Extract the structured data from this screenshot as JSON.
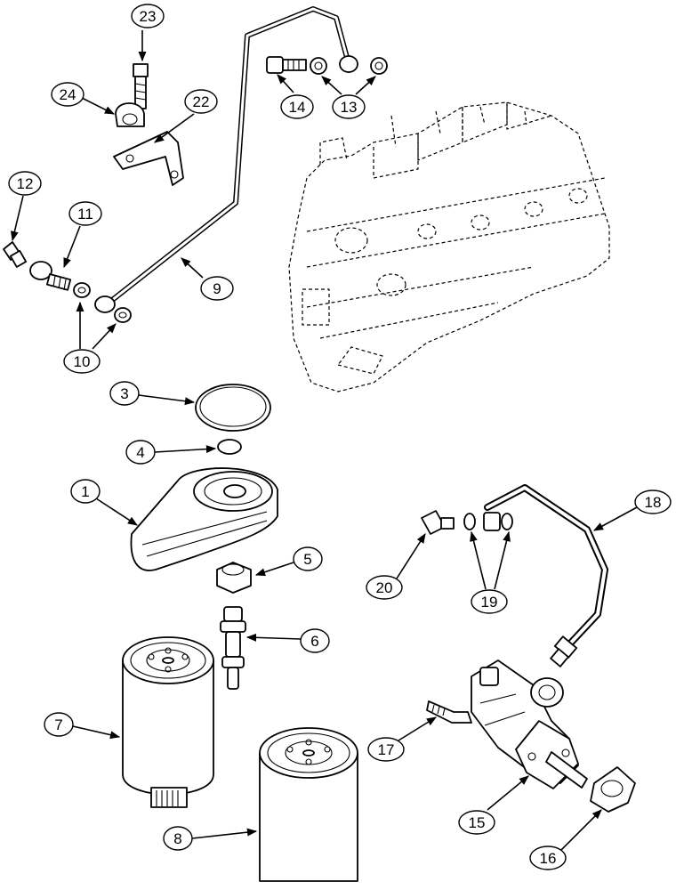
{
  "callouts": {
    "c1": "1",
    "c3": "3",
    "c4": "4",
    "c5": "5",
    "c6": "6",
    "c7": "7",
    "c8": "8",
    "c9": "9",
    "c10": "10",
    "c11": "11",
    "c12": "12",
    "c13": "13",
    "c14": "14",
    "c15": "15",
    "c16": "16",
    "c17": "17",
    "c18": "18",
    "c19": "19",
    "c20": "20",
    "c22": "22",
    "c23": "23",
    "c24": "24"
  }
}
